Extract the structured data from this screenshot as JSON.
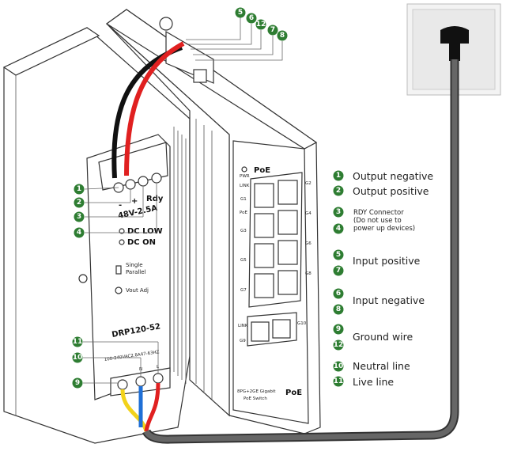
{
  "colors": {
    "badge": "#2e7d32",
    "wire_red": "#e02020",
    "wire_black": "#111111",
    "wire_yellow": "#f2d21b",
    "wire_blue": "#1f6fd6",
    "cable": "#555555"
  },
  "legend": [
    {
      "numbers": [
        "1"
      ],
      "text": "Output negative"
    },
    {
      "numbers": [
        "2"
      ],
      "text": "Output positive"
    },
    {
      "numbers": [
        "3",
        "4"
      ],
      "text_lines": [
        "RDY Connector",
        "(Do not use to",
        "power up devices)"
      ]
    },
    {
      "numbers": [
        "5",
        "7"
      ],
      "text": "Input positive"
    },
    {
      "numbers": [
        "6",
        "8"
      ],
      "text": "Input negative"
    },
    {
      "numbers": [
        "9",
        "12"
      ],
      "text": "Ground wire"
    },
    {
      "numbers": [
        "10"
      ],
      "text": "Neutral line"
    },
    {
      "numbers": [
        "11"
      ],
      "text": "Live line"
    }
  ],
  "power_supply": {
    "minus": "-",
    "plus": "+",
    "rdy": "Rdy",
    "rating": "48V-2.5A",
    "dc_low": "DC LOW",
    "dc_on": "DC ON",
    "switch_label_1": "Single",
    "switch_label_2": "Parallel",
    "vout_adj": "Vout Adj",
    "model": "DRP120-52",
    "ac_input": "100-240VAC2.8A47-63HZ",
    "n": "N",
    "l": "L",
    "callouts_dc": [
      "1",
      "2",
      "3",
      "4"
    ],
    "callouts_ac": [
      "11",
      "10",
      "9"
    ]
  },
  "switch": {
    "pwr": "PWR",
    "brand": "PoE",
    "link": "LINK",
    "poe": "PoE",
    "ports_left": [
      "G1",
      "G3",
      "G5",
      "G7"
    ],
    "ports_right": [
      "G2",
      "G4",
      "G6",
      "G8"
    ],
    "sfp_left": "G9",
    "sfp_right": "G10",
    "sfp_link": "LINK",
    "footer_1": "8PG+2GE Gigabit",
    "footer_2": "PoE Switch",
    "footer_brand": "PoE",
    "top_callouts": [
      "5",
      "6",
      "12",
      "7",
      "8"
    ]
  }
}
